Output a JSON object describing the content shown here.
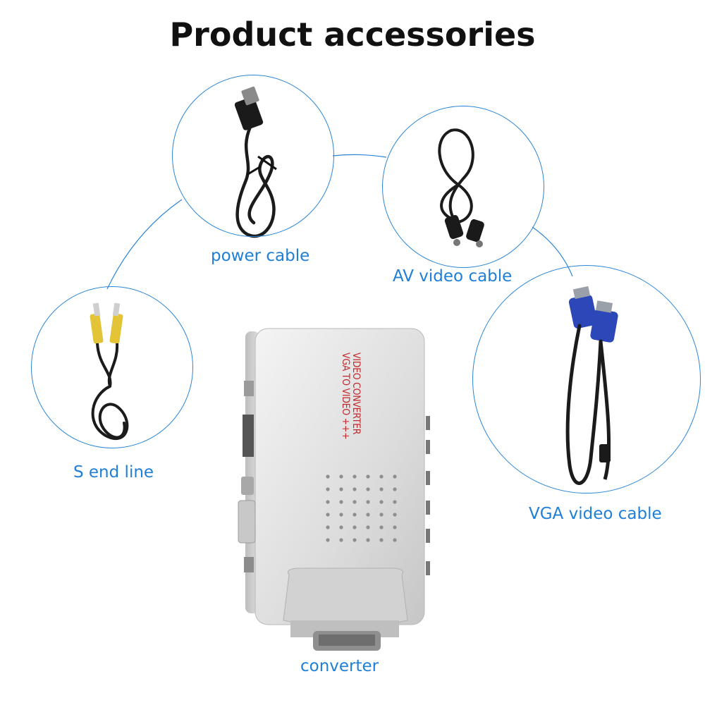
{
  "title": "Product accessories",
  "accent_color": "#2b86d6",
  "caption_color": "#1f7fd6",
  "items": {
    "power_cable": {
      "label": "power cable",
      "icon": "usb-power-cable-icon"
    },
    "av_video_cable": {
      "label": "AV video cable",
      "icon": "s-video-cable-icon"
    },
    "s_end_line": {
      "label": "S end line",
      "icon": "rca-cable-icon"
    },
    "vga_video_cable": {
      "label": "VGA video cable",
      "icon": "vga-cable-icon"
    },
    "converter": {
      "label": "converter",
      "icon": "vga-converter-icon"
    }
  },
  "device": {
    "line1": "VIDEO CONVERTER",
    "line2": "VGA TO VIDEO +++",
    "label_color": "#c0282c"
  }
}
